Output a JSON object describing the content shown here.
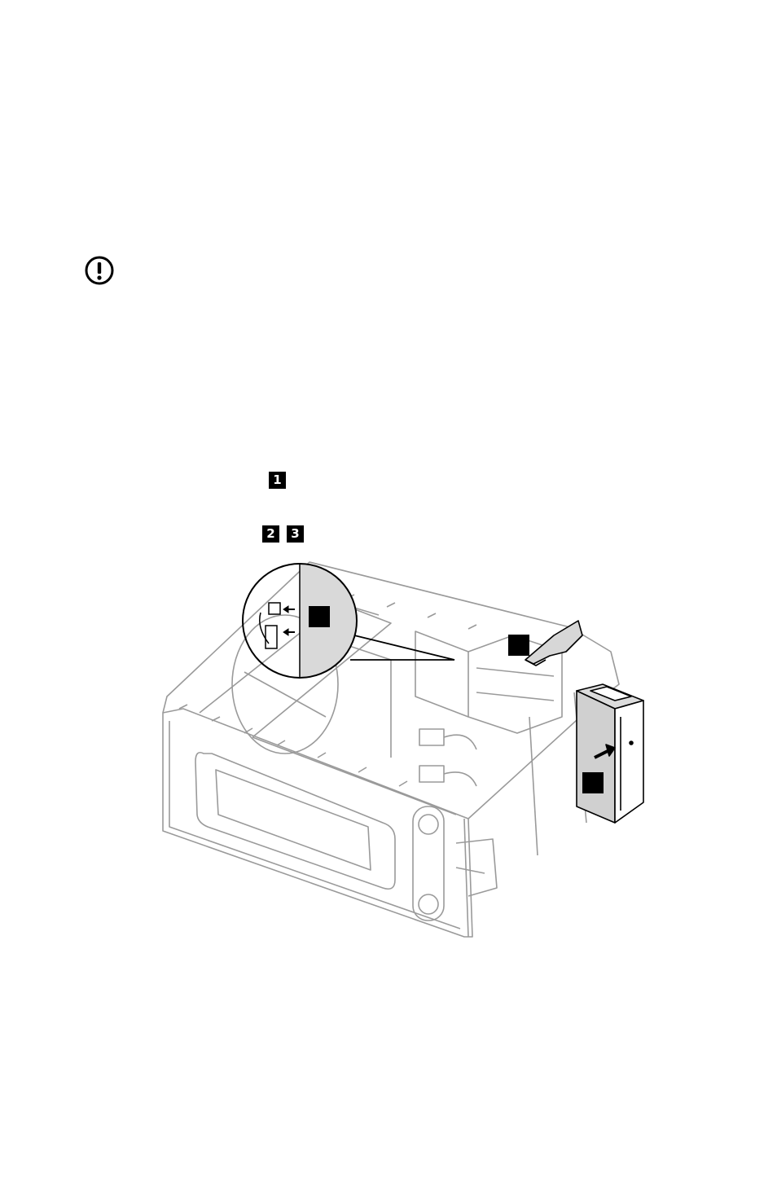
{
  "page": {
    "attention_icon": "exclamation-circle-icon",
    "step_refs": [
      {
        "id": "badge-1",
        "label": "1"
      },
      {
        "id": "badge-2",
        "label": "2"
      },
      {
        "id": "badge-3",
        "label": "3"
      }
    ]
  },
  "illustration": {
    "subject": "computer-chassis-optical-drive-removal",
    "callouts": [
      "callout-a",
      "callout-b",
      "callout-c"
    ]
  }
}
